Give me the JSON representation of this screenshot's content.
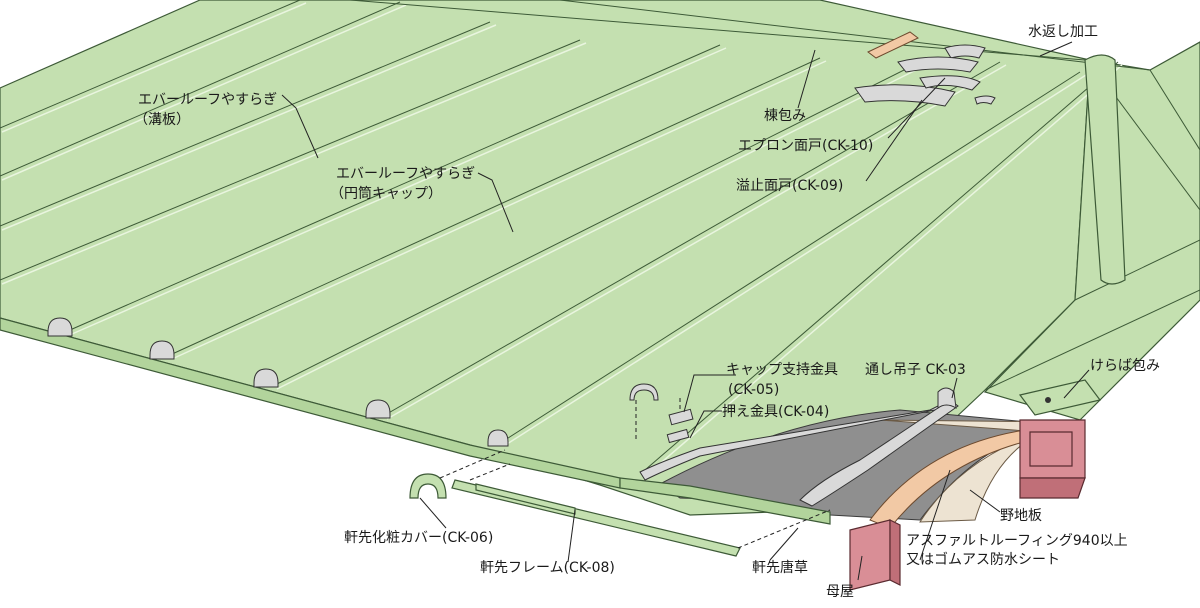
{
  "labels": {
    "mizugaeshi": "水返し加工",
    "evaroof_mizoita_1": "エバールーフやすらぎ",
    "evaroof_mizoita_2": "（溝板）",
    "evaroof_cap_1": "エバールーフやすらぎ",
    "evaroof_cap_2": "（円筒キャップ）",
    "munazutsumi": "棟包み",
    "apron": "エプロン面戸(CK-10)",
    "afuredome": "溢止面戸(CK-09)",
    "cap_shiji_1": "キャップ支持金具",
    "cap_shiji_2": "(CK-05)",
    "osae": "押え金具(CK-04)",
    "tooshi": "通し吊子 CK-03",
    "keraba": "けらば包み",
    "noji": "野地板",
    "asphalt_1": "アスファルトルーフィング940以上",
    "asphalt_2": "又はゴムアス防水シート",
    "nokisaki_cover": "軒先化粧カバー(CK-06)",
    "nokisaki_frame": "軒先フレーム(CK-08)",
    "nokisaki_karakusa": "軒先唐草",
    "moya": "母屋"
  }
}
